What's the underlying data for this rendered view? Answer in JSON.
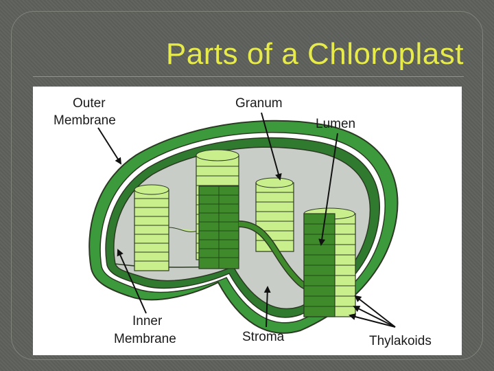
{
  "slide": {
    "title": "Parts of a Chloroplast"
  },
  "diagram": {
    "labels": {
      "outer_membrane_line1": "Outer",
      "outer_membrane_line2": "Membrane",
      "granum": "Granum",
      "lumen": "Lumen",
      "inner_membrane_line1": "Inner",
      "inner_membrane_line2": "Membrane",
      "stroma": "Stroma",
      "thylakoids": "Thylakoids"
    },
    "colors": {
      "outer_membrane": "#3c9a3c",
      "inner_membrane": "#2f7a2f",
      "stroma": "#c9cdc7",
      "thylakoid_light": "#c8ef8c",
      "thylakoid_dark": "#3f8a2a",
      "outline": "#2b3a22"
    }
  }
}
